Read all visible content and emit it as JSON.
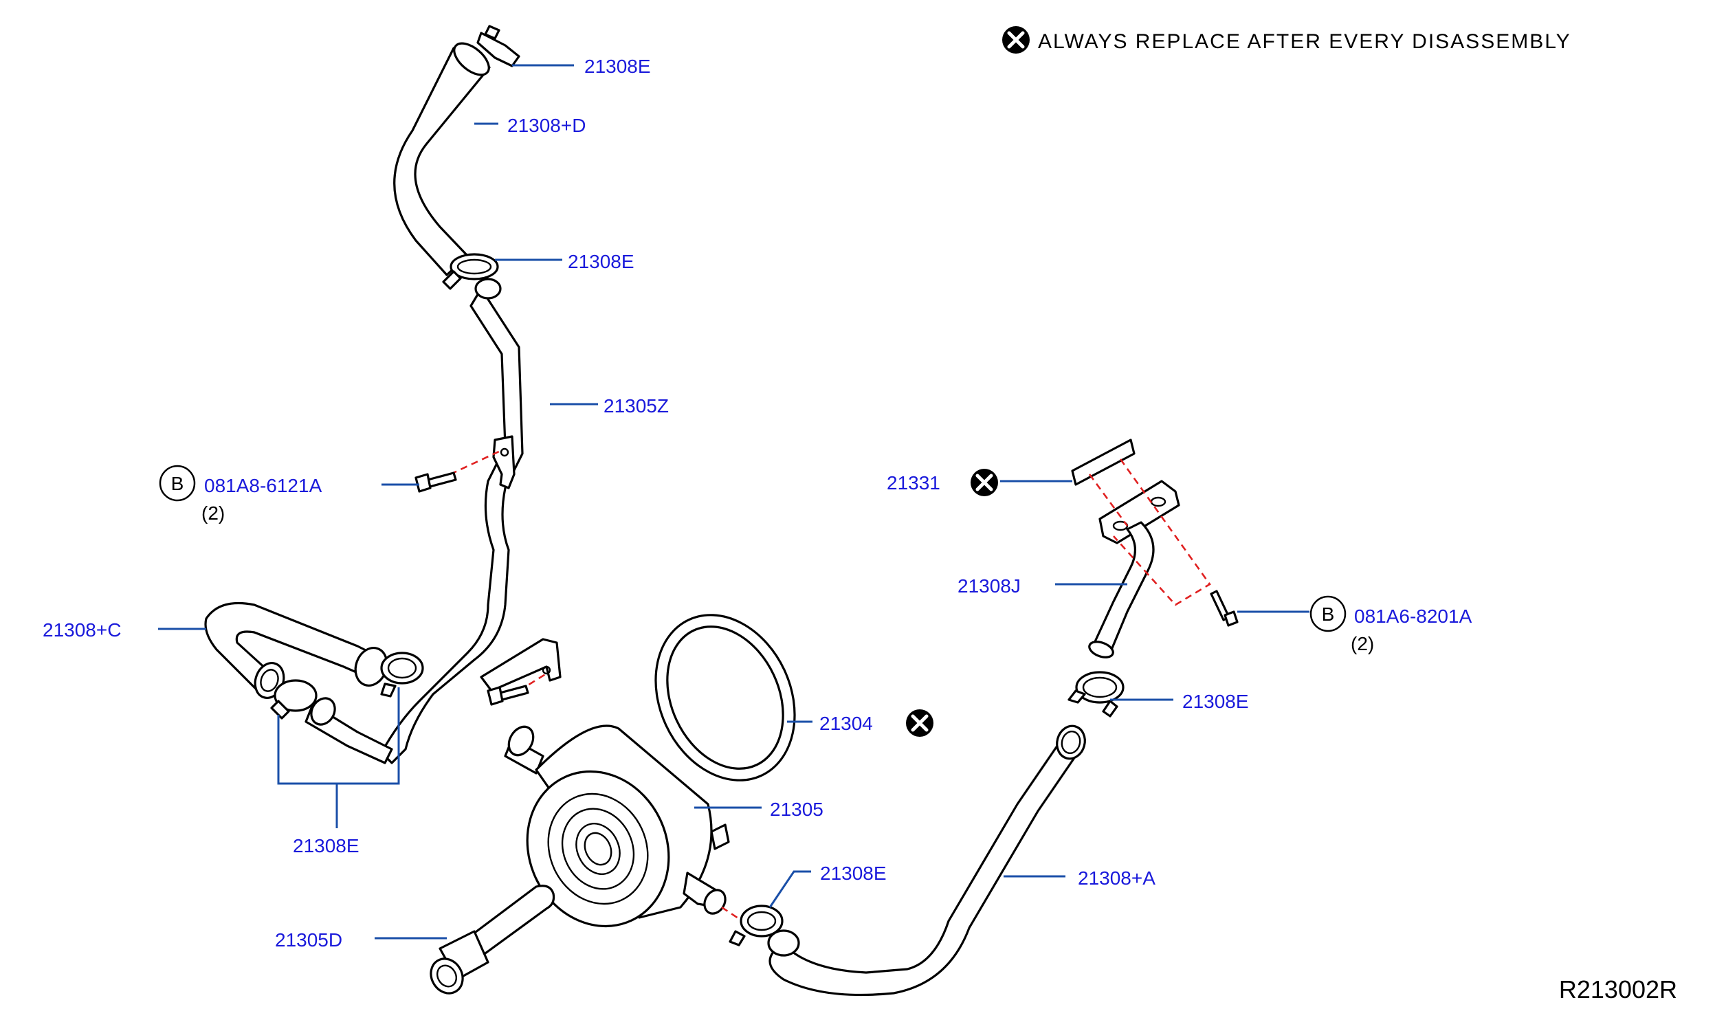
{
  "notice": {
    "icon": "x-circle-icon",
    "text": "ALWAYS   REPLACE   AFTER   EVERY   DISASSEMBLY"
  },
  "diagram_code": "R213002R",
  "labels": {
    "hose_top_clamp": "21308E",
    "hose_d": "21308+D",
    "clamp_mid": "21308E",
    "tube_z": "21305Z",
    "bolt_left": "081A8-6121A",
    "bolt_left_qty": "(2)",
    "bolt_left_badge": "B",
    "hose_c": "21308+C",
    "clamps_left_group": "21308E",
    "gasket": "21331",
    "connector_j": "21308J",
    "bolt_right": "081A6-8201A",
    "bolt_right_qty": "(2)",
    "bolt_right_badge": "B",
    "clamp_right": "21308E",
    "oring": "21304",
    "cooler": "21305",
    "clamp_bottom": "21308E",
    "hose_a": "21308+A",
    "connector_d": "21305D"
  },
  "colors": {
    "label_text": "#1a1adb",
    "leader_line": "#1a4fa8",
    "dashed_alignment": "#e02020",
    "part_outline": "#000000"
  }
}
